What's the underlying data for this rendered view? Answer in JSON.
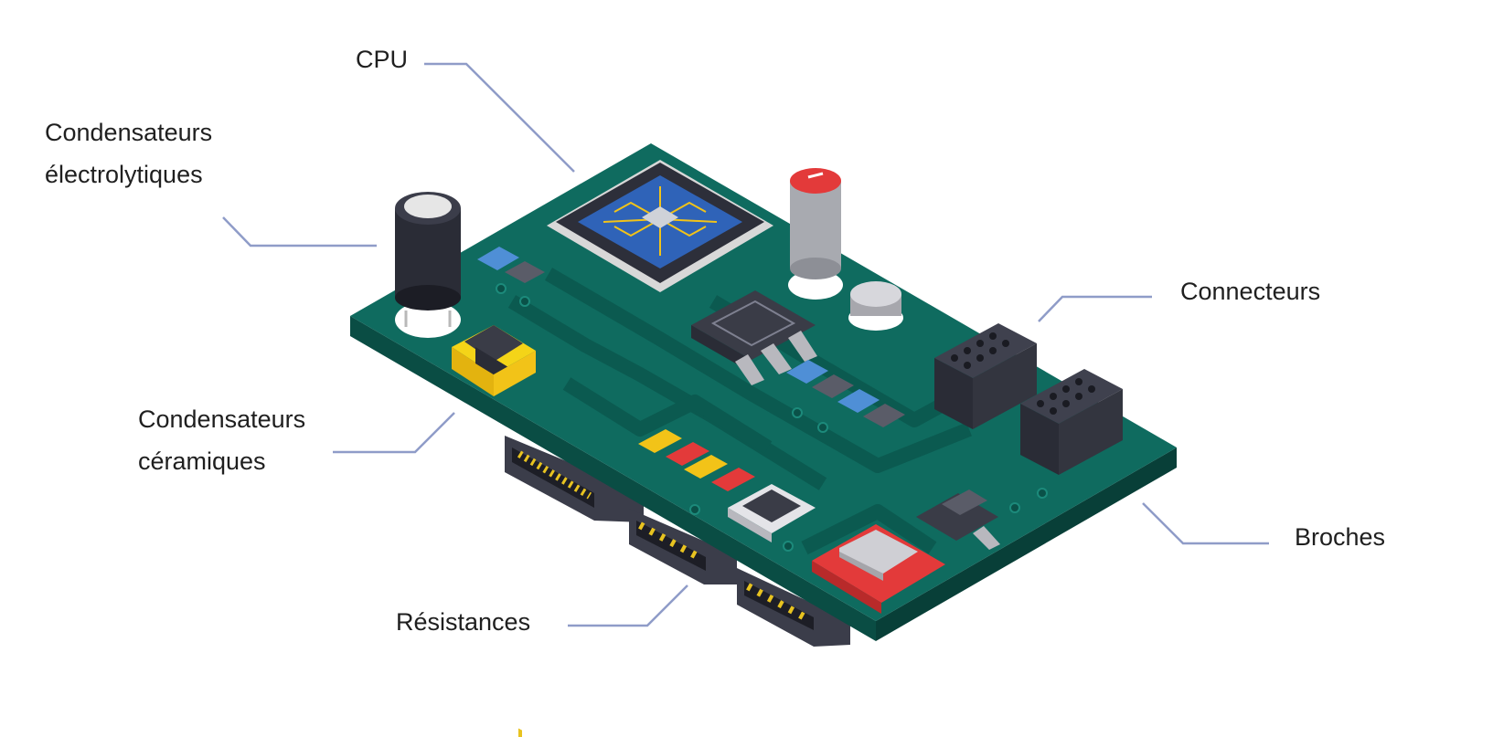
{
  "labels": {
    "cpu": "CPU",
    "electrolytic_line1": "Condensateurs",
    "electrolytic_line2": "électrolytiques",
    "ceramic_line1": "Condensateurs",
    "ceramic_line2": "céramiques",
    "resistors": "Résistances",
    "connectors": "Connecteurs",
    "pins": "Broches"
  },
  "colors": {
    "board_top": "#0f6b5f",
    "board_side": "#0a4d44",
    "trace": "#0b5a50",
    "leader_line": "#8f9cc8",
    "cpu_die": "#2f63b8",
    "gold": "#f2c318",
    "cap_red": "#e33a3a"
  }
}
